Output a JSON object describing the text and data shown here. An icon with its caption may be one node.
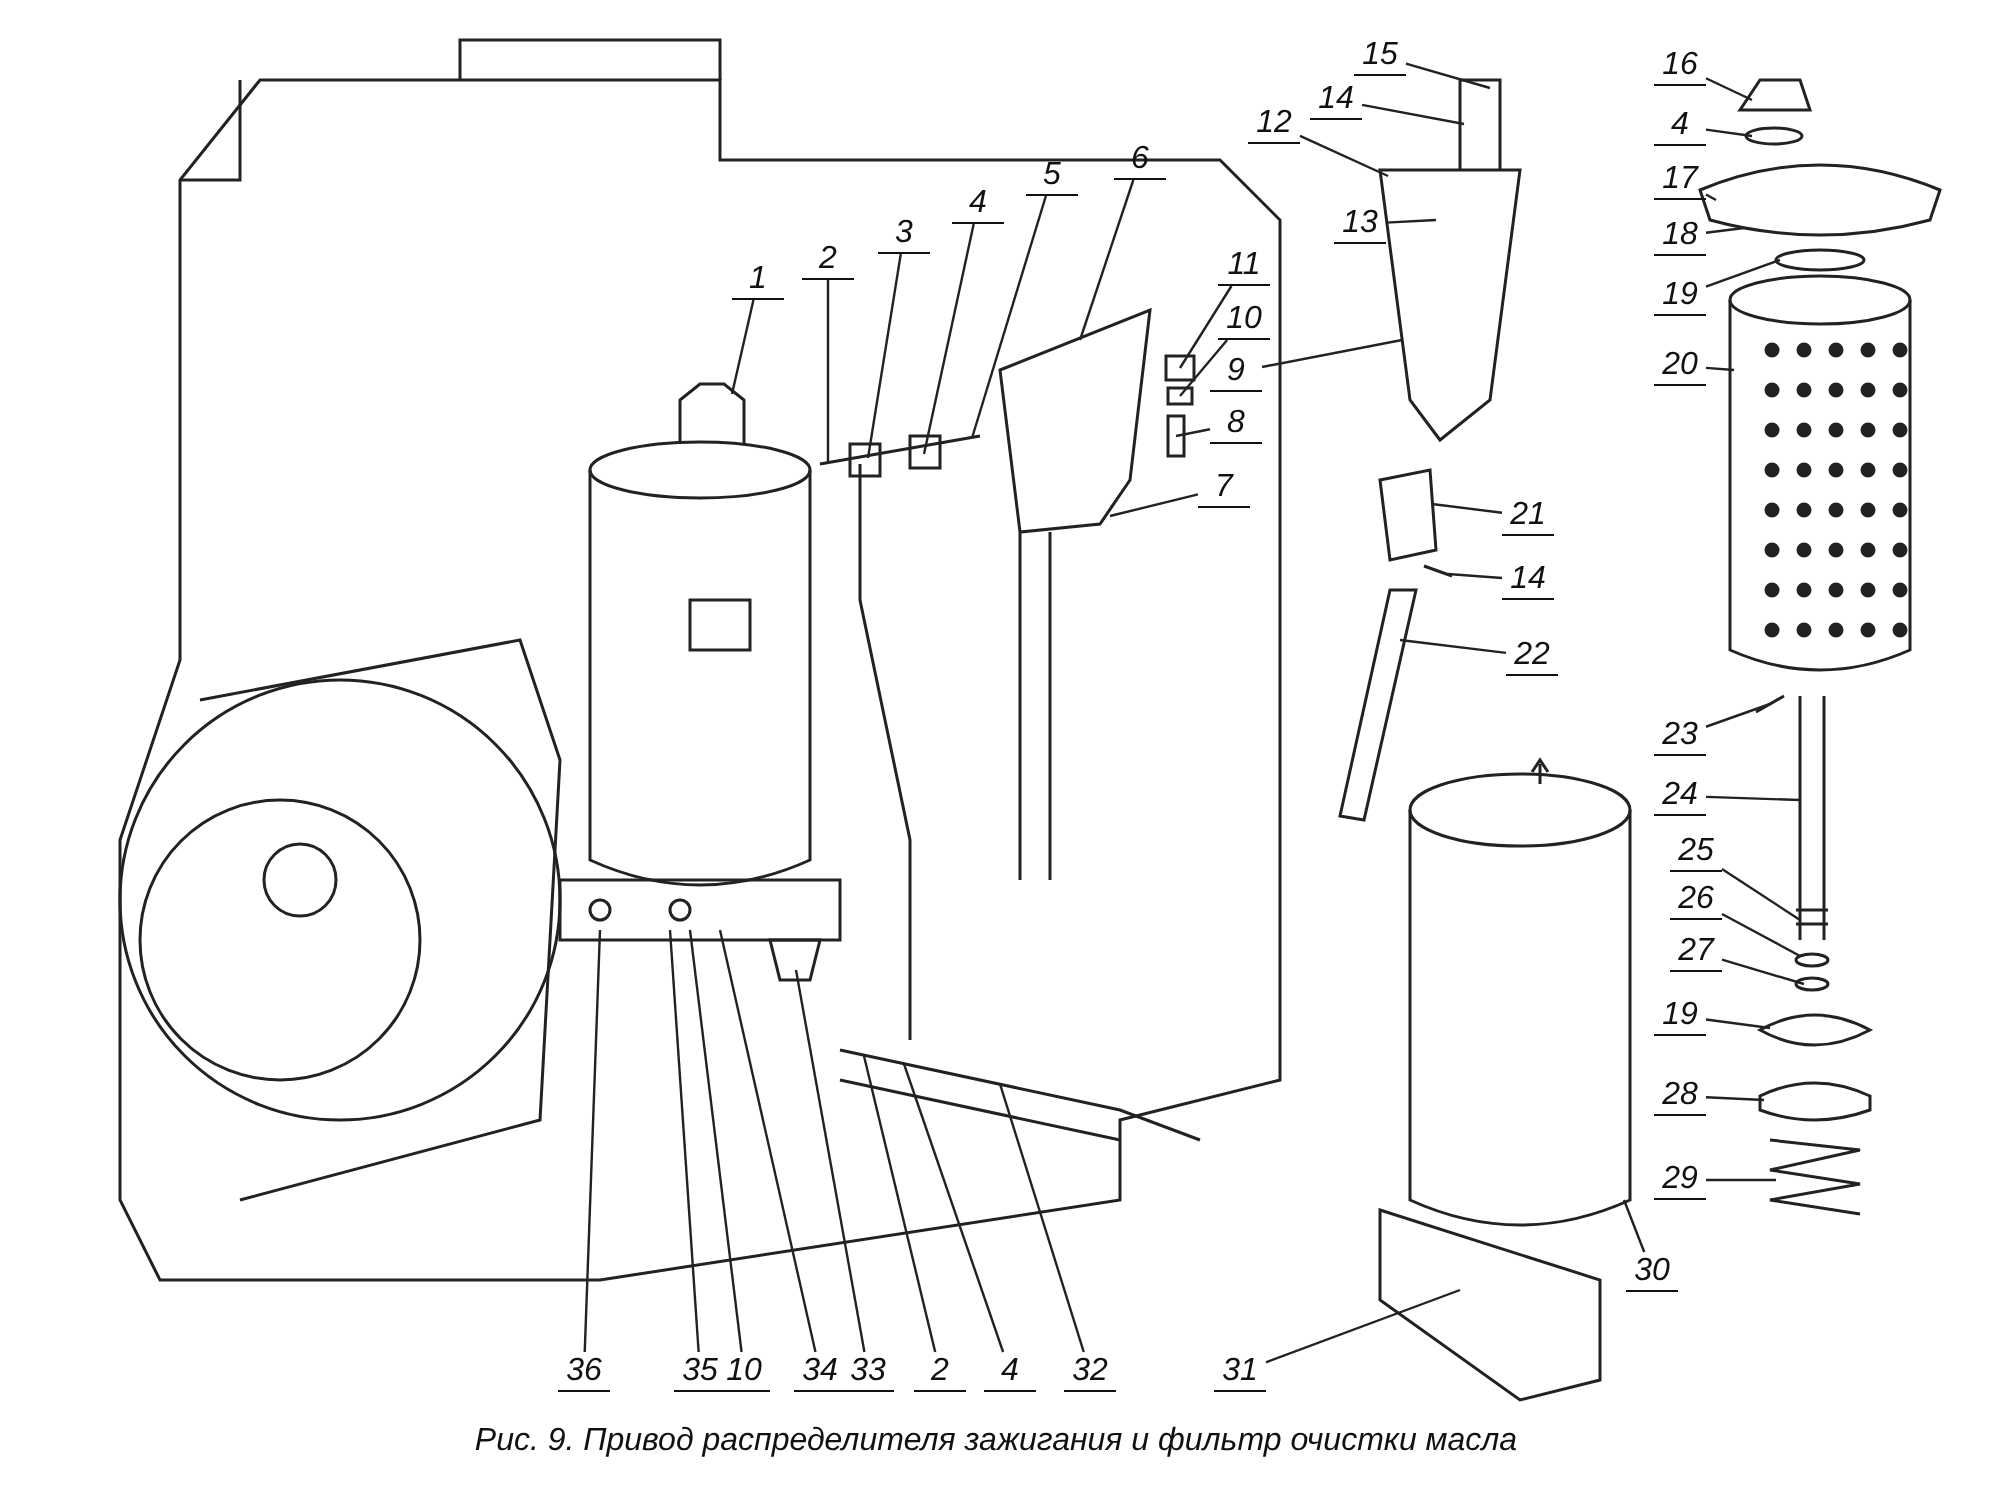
{
  "diagram": {
    "caption": "Рис. 9. Привод распределителя зажигания и фильтр очистки масла",
    "nodes": [
      {
        "text": [
          "15"
        ]
      },
      {
        "text": [
          "16"
        ]
      },
      {
        "text": [
          "12"
        ]
      },
      {
        "text": [
          "14"
        ]
      },
      {
        "text": [
          "4"
        ]
      },
      {
        "text": [
          "13"
        ]
      },
      {
        "text": [
          "6"
        ]
      },
      {
        "text": [
          "5"
        ]
      },
      {
        "text": [
          "17"
        ]
      },
      {
        "text": [
          "4"
        ]
      },
      {
        "text": [
          "3"
        ]
      },
      {
        "text": [
          "18"
        ]
      },
      {
        "text": [
          "2"
        ]
      },
      {
        "text": [
          "1"
        ]
      },
      {
        "text": [
          "11"
        ]
      },
      {
        "text": [
          "19"
        ]
      },
      {
        "text": [
          "10"
        ]
      },
      {
        "text": [
          "20"
        ]
      },
      {
        "text": [
          "9"
        ]
      },
      {
        "text": [
          "8"
        ]
      },
      {
        "text": [
          "7"
        ]
      },
      {
        "text": [
          "21"
        ]
      },
      {
        "text": [
          "14"
        ]
      },
      {
        "text": [
          "22"
        ]
      },
      {
        "text": [
          "23"
        ]
      },
      {
        "text": [
          "24"
        ]
      },
      {
        "text": [
          "25"
        ]
      },
      {
        "text": [
          "26"
        ]
      },
      {
        "text": [
          "27"
        ]
      },
      {
        "text": [
          "19"
        ]
      },
      {
        "text": [
          "28"
        ]
      },
      {
        "text": [
          "29"
        ]
      },
      {
        "text": [
          "30"
        ]
      },
      {
        "text": [
          "36"
        ]
      },
      {
        "text": [
          "35"
        ]
      },
      {
        "text": [
          "10"
        ]
      },
      {
        "text": [
          "34"
        ]
      },
      {
        "text": [
          "33"
        ]
      },
      {
        "text": [
          "2"
        ]
      },
      {
        "text": [
          "4"
        ]
      },
      {
        "text": [
          "32"
        ]
      },
      {
        "text": [
          "31"
        ]
      },
      {
        "text": [],
        "shape": "picture"
      },
      {
        "text": [],
        "shape": "picture"
      },
      {
        "text": [],
        "shape": "picture"
      },
      {
        "text": [],
        "shape": "picture"
      },
      {
        "text": [],
        "shape": "picture"
      },
      {
        "text": [],
        "shape": "picture"
      },
      {
        "text": [],
        "shape": "picture"
      },
      {
        "text": [],
        "shape": "picture"
      },
      {
        "text": [],
        "shape": "picture"
      },
      {
        "text": [],
        "shape": "picture"
      },
      {
        "text": [],
        "shape": "picture"
      },
      {
        "text": [],
        "shape": "picture"
      },
      {
        "text": [],
        "shape": "picture"
      }
    ],
    "edges": [
      {
        "from": 0,
        "to": 49,
        "arrow": "none"
      },
      {
        "from": 1,
        "to": 51,
        "arrow": "none"
      },
      {
        "from": 2,
        "to": 49,
        "arrow": "none"
      },
      {
        "from": 3,
        "to": 49,
        "arrow": "none"
      },
      {
        "from": 4,
        "to": 51,
        "arrow": "none"
      },
      {
        "from": 5,
        "to": 49,
        "arrow": "none"
      },
      {
        "from": 6,
        "to": 45,
        "arrow": "none"
      },
      {
        "from": 7,
        "to": 44,
        "arrow": "none"
      },
      {
        "from": 8,
        "to": 51,
        "arrow": "none"
      },
      {
        "from": 9,
        "to": 44,
        "arrow": "none"
      },
      {
        "from": 10,
        "to": 44,
        "arrow": "none"
      },
      {
        "from": 11,
        "to": 51,
        "arrow": "none"
      },
      {
        "from": 12,
        "to": 44,
        "arrow": "none"
      },
      {
        "from": 13,
        "to": 42,
        "arrow": "none"
      },
      {
        "from": 14,
        "to": 46,
        "arrow": "none"
      },
      {
        "from": 15,
        "to": 51,
        "arrow": "none"
      },
      {
        "from": 16,
        "to": 46,
        "arrow": "none"
      },
      {
        "from": 17,
        "to": 52,
        "arrow": "none"
      },
      {
        "from": 18,
        "to": 49,
        "arrow": "none"
      },
      {
        "from": 19,
        "to": 46,
        "arrow": "none"
      },
      {
        "from": 20,
        "to": 45,
        "arrow": "none"
      },
      {
        "from": 21,
        "to": 47,
        "arrow": "none"
      },
      {
        "from": 22,
        "to": 47,
        "arrow": "none"
      },
      {
        "from": 23,
        "to": 48,
        "arrow": "none"
      },
      {
        "from": 24,
        "to": 53,
        "arrow": "none"
      },
      {
        "from": 25,
        "to": 53,
        "arrow": "none"
      },
      {
        "from": 26,
        "to": 53,
        "arrow": "none"
      },
      {
        "from": 27,
        "to": 53,
        "arrow": "none"
      },
      {
        "from": 28,
        "to": 53,
        "arrow": "none"
      },
      {
        "from": 29,
        "to": 54,
        "arrow": "none"
      },
      {
        "from": 30,
        "to": 54,
        "arrow": "none"
      },
      {
        "from": 31,
        "to": 54,
        "arrow": "none"
      },
      {
        "from": 32,
        "to": 50,
        "arrow": "none"
      },
      {
        "from": 33,
        "to": 43,
        "arrow": "none"
      },
      {
        "from": 34,
        "to": 43,
        "arrow": "none"
      },
      {
        "from": 35,
        "to": 43,
        "arrow": "none"
      },
      {
        "from": 36,
        "to": 43,
        "arrow": "none"
      },
      {
        "from": 37,
        "to": 43,
        "arrow": "none"
      },
      {
        "from": 38,
        "to": 44,
        "arrow": "none"
      },
      {
        "from": 39,
        "to": 44,
        "arrow": "none"
      },
      {
        "from": 40,
        "to": 44,
        "arrow": "none"
      },
      {
        "from": 41,
        "to": 50,
        "arrow": "none"
      }
    ]
  }
}
